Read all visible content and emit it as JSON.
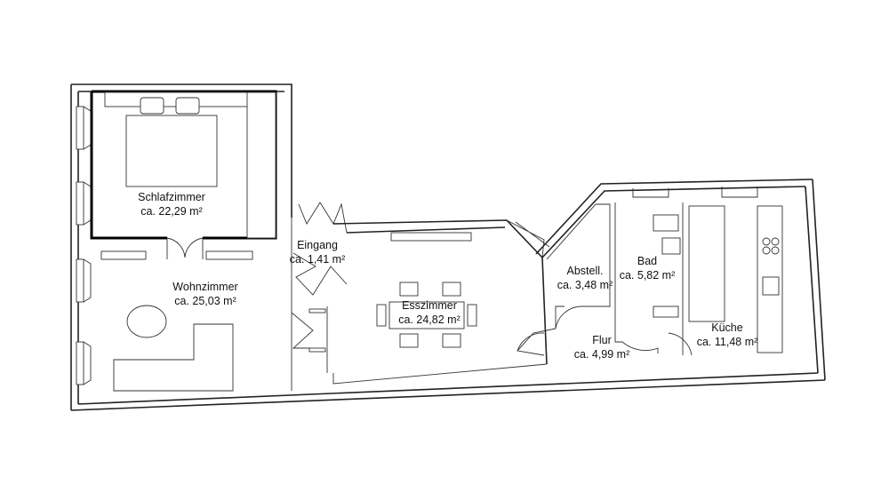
{
  "rooms": [
    {
      "name": "Schlafzimmer",
      "area": "ca. 22,29 m²"
    },
    {
      "name": "Wohnzimmer",
      "area": "ca. 25,03 m²"
    },
    {
      "name": "Eingang",
      "area": "ca. 1,41 m²"
    },
    {
      "name": "Esszimmer",
      "area": "ca. 24,82 m²"
    },
    {
      "name": "Abstell.",
      "area": "ca. 3,48 m²"
    },
    {
      "name": "Bad",
      "area": "ca. 5,82 m²"
    },
    {
      "name": "Flur",
      "area": "ca. 4,99 m²"
    },
    {
      "name": "Küche",
      "area": "ca. 11,48 m²"
    }
  ]
}
